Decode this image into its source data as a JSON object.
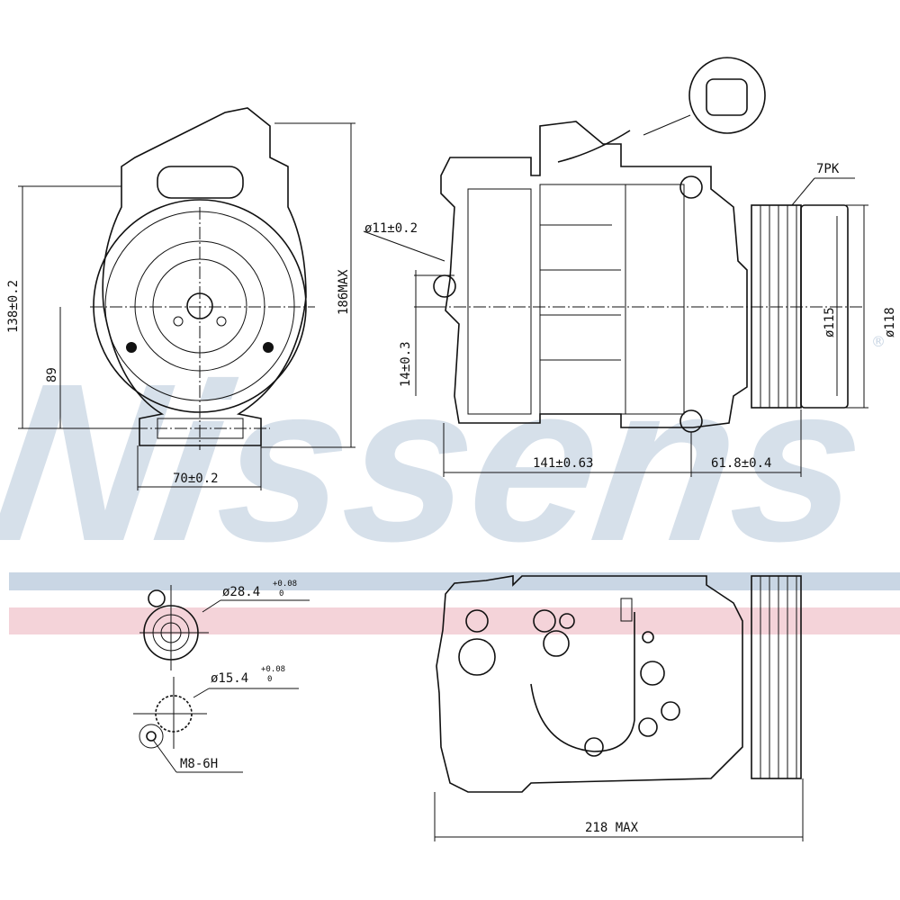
{
  "watermark": {
    "brand": "Nissens",
    "registered": "®"
  },
  "colors": {
    "band_blue": "#c9d6e4",
    "band_pink": "#f1c8cf",
    "line": "#111111"
  },
  "front_view": {
    "height_tol": "138±0.2",
    "center_height": "89",
    "max_height": "186MAX",
    "foot_width": "70±0.2"
  },
  "side_view": {
    "hole": "ø11±0.2",
    "offset": "14±0.3",
    "body_length": "141±0.63",
    "pulley_length": "61.8±0.4",
    "belt": "7PK",
    "pulley_d1": "ø115",
    "pulley_d2": "ø118"
  },
  "ports": {
    "port1": "ø28.4",
    "port1_tol_upper": "+0.08",
    "port1_tol_lower": "0",
    "port2": "ø15.4",
    "port2_tol_upper": "+0.08",
    "port2_tol_lower": "0",
    "thread": "M8-6H"
  },
  "top_view": {
    "overall_length": "218 MAX"
  }
}
